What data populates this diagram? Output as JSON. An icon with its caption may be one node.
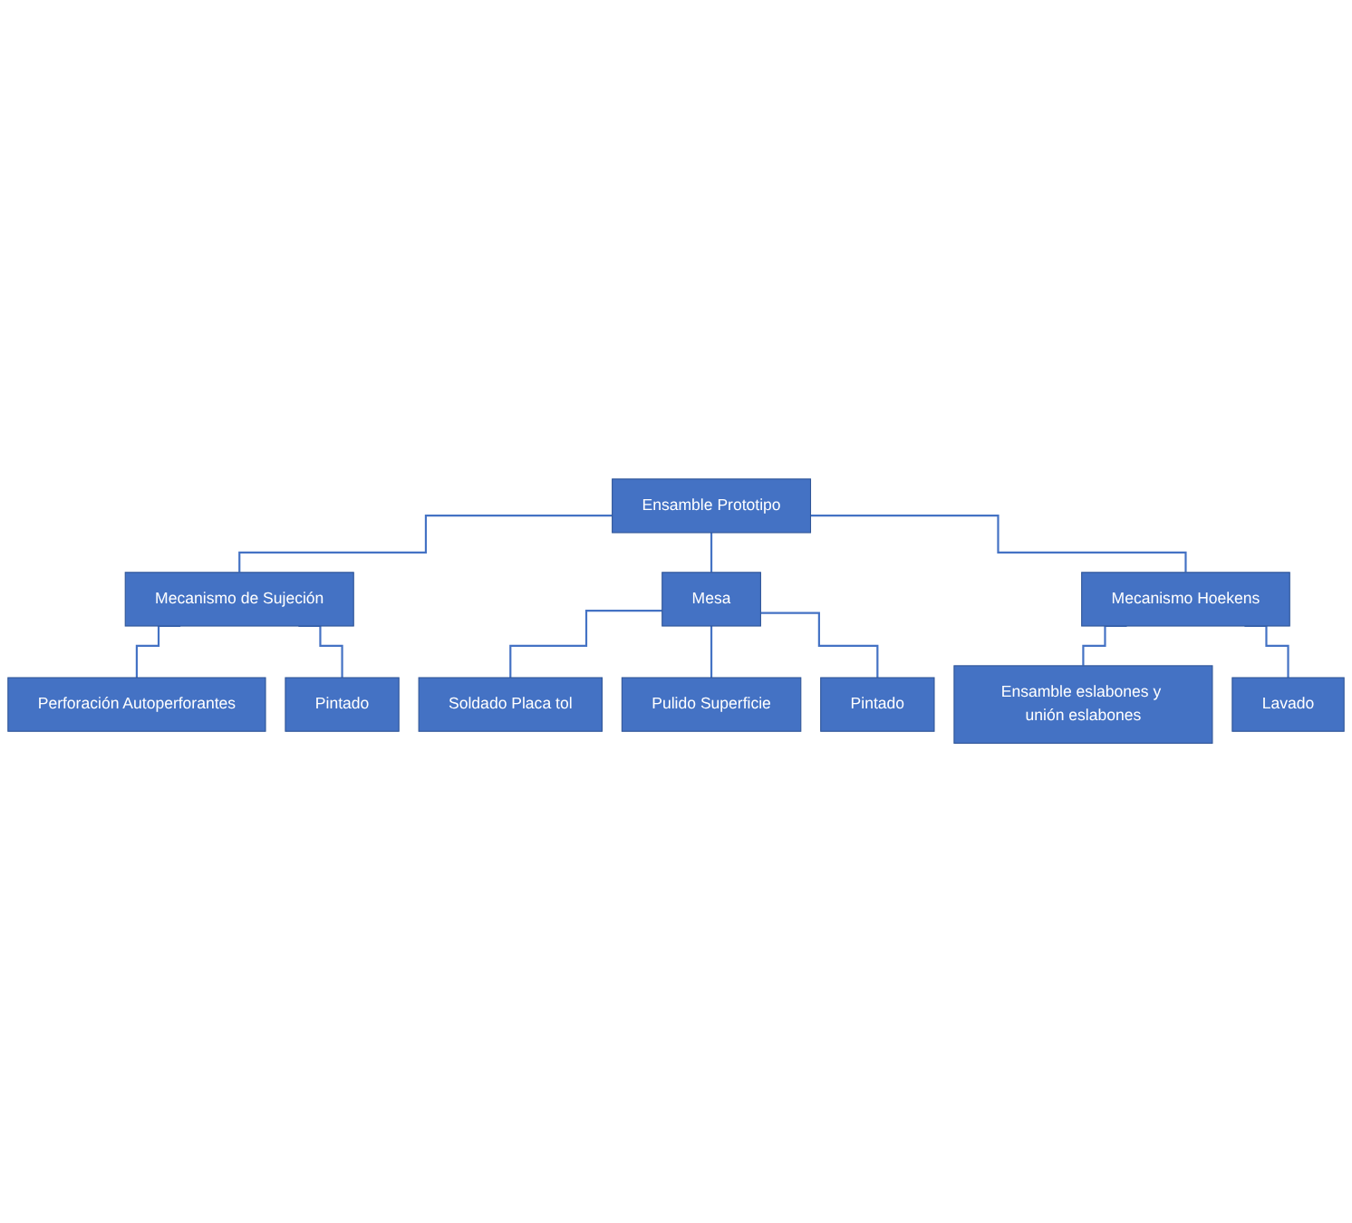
{
  "diagram": {
    "nodes": [
      {
        "text": [
          "Ensamble Prototipo"
        ]
      },
      {
        "text": [
          "Mecanismo de Sujeción"
        ]
      },
      {
        "text": [
          "Mesa"
        ]
      },
      {
        "text": [
          "Mecanismo Hoekens"
        ]
      },
      {
        "text": [
          "Perforación Autoperforantes"
        ]
      },
      {
        "text": [
          "Pintado"
        ]
      },
      {
        "text": [
          "Soldado Placa tol"
        ]
      },
      {
        "text": [
          "Pulido Superficie"
        ]
      },
      {
        "text": [
          "Pintado"
        ]
      },
      {
        "text": [
          "Ensamble eslabones y unión eslabones"
        ]
      },
      {
        "text": [
          "Lavado"
        ]
      }
    ],
    "edges": [
      {
        "from": 0,
        "to": 1,
        "arrow": "none"
      },
      {
        "from": 0,
        "to": 2,
        "arrow": "none"
      },
      {
        "from": 0,
        "to": 3,
        "arrow": "none"
      },
      {
        "from": 1,
        "to": 4,
        "arrow": "none"
      },
      {
        "from": 1,
        "to": 5,
        "arrow": "none"
      },
      {
        "from": 2,
        "to": 6,
        "arrow": "none"
      },
      {
        "from": 2,
        "to": 7,
        "arrow": "none"
      },
      {
        "from": 2,
        "to": 8,
        "arrow": "none"
      },
      {
        "from": 3,
        "to": 9,
        "arrow": "none"
      },
      {
        "from": 3,
        "to": 10,
        "arrow": "none"
      }
    ]
  }
}
